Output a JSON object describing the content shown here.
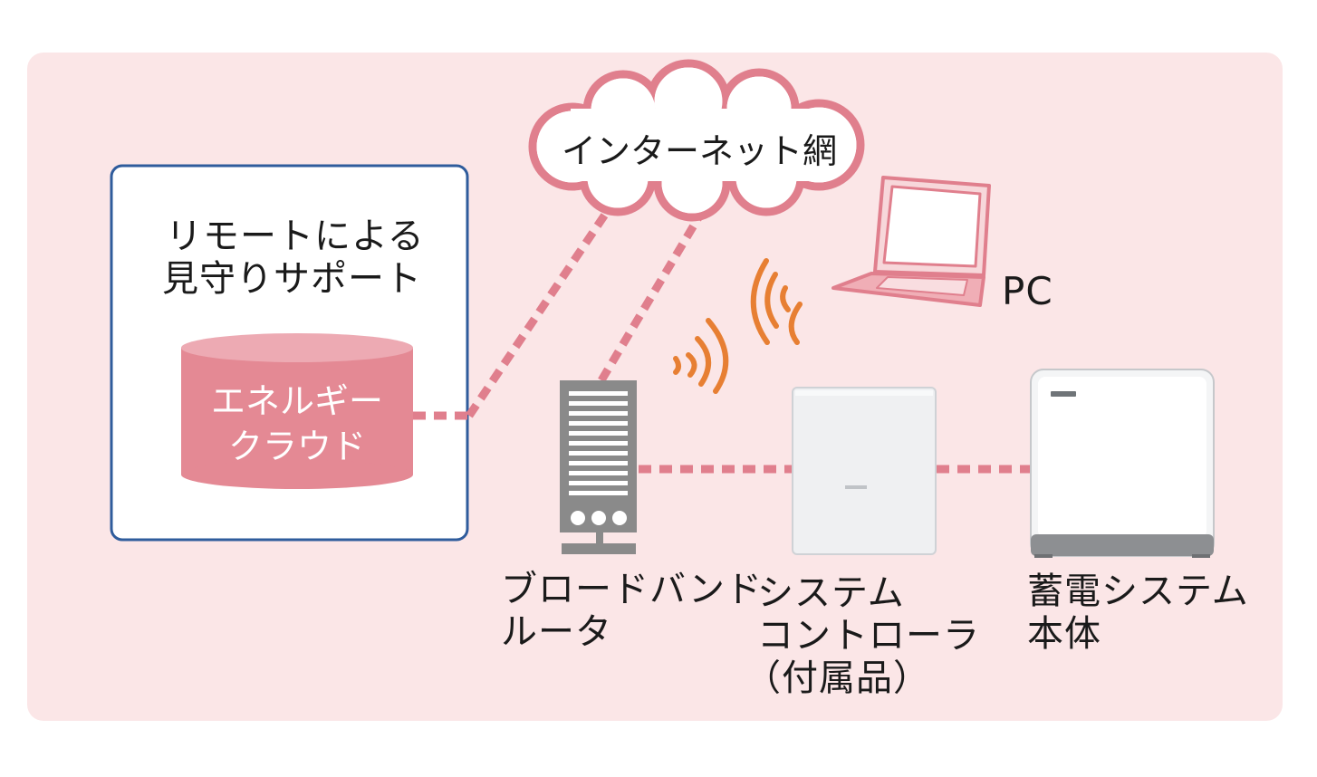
{
  "support_box": {
    "title_line1": "リモートによる",
    "title_line2": "見守りサポート",
    "cloud_db_line1": "エネルギー",
    "cloud_db_line2": "クラウド"
  },
  "internet": {
    "label": "インターネット網"
  },
  "pc": {
    "label": "PC"
  },
  "router": {
    "line1": "ブロードバンド",
    "line2": "ルータ"
  },
  "controller": {
    "line1": "システム",
    "line2": "コントローラ",
    "line3": "（付属品）"
  },
  "storage": {
    "line1": "蓄電システム",
    "line2": "本体"
  },
  "colors": {
    "panel_bg": "#fbe6e7",
    "box_border": "#2f5c9c",
    "link_pink": "#e07f8d",
    "cylinder": "#e48994",
    "cylinder_top": "#edaab3",
    "wifi_orange": "#e77f33"
  }
}
